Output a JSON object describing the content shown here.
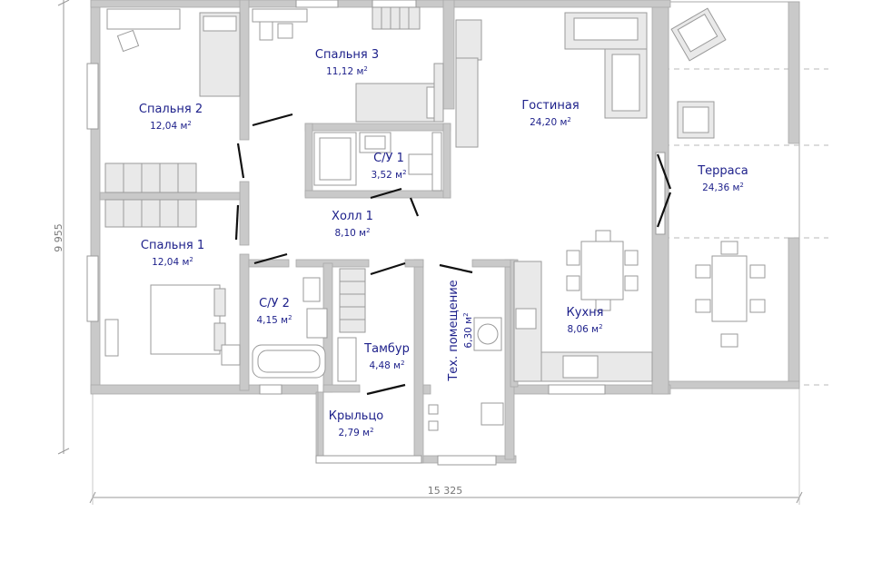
{
  "rooms": [
    {
      "id": "bedroom2",
      "name": "Спальня 2",
      "area": "12,04"
    },
    {
      "id": "bedroom3",
      "name": "Спальня 3",
      "area": "11,12"
    },
    {
      "id": "living",
      "name": "Гостиная",
      "area": "24,20"
    },
    {
      "id": "terrace",
      "name": "Терраса",
      "area": "24,36"
    },
    {
      "id": "bath1",
      "name": "С/У 1",
      "area": "3,52"
    },
    {
      "id": "hall1",
      "name": "Холл 1",
      "area": "8,10"
    },
    {
      "id": "bedroom1",
      "name": "Спальня 1",
      "area": "12,04"
    },
    {
      "id": "bath2",
      "name": "С/У 2",
      "area": "4,15"
    },
    {
      "id": "vestibule",
      "name": "Тамбур",
      "area": "4,48"
    },
    {
      "id": "tech",
      "name": "Тех. помещение",
      "area": "6,30"
    },
    {
      "id": "kitchen",
      "name": "Кухня",
      "area": "8,06"
    },
    {
      "id": "porch",
      "name": "Крыльцо",
      "area": "2,79"
    }
  ],
  "area_unit": "м",
  "area_unit_sup": "2",
  "dimensions": {
    "width": "15 325",
    "height": "9 955"
  }
}
